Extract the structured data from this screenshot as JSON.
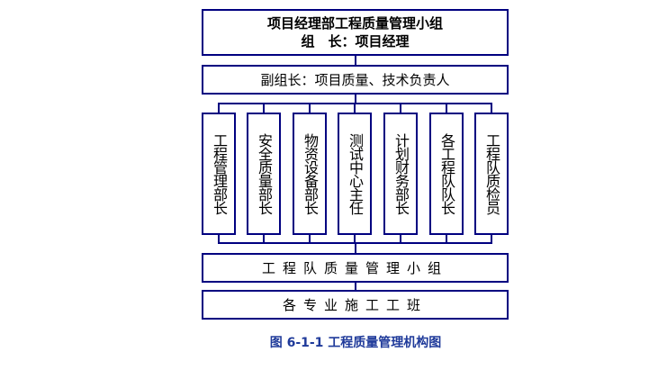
{
  "top_box": {
    "line1": "项目经理部工程质量管理小组",
    "line2": "组　长：项目经理"
  },
  "deputy_box": "副组长：项目质量、技术负责人",
  "departments": [
    "工程管理部长",
    "安全质量部长",
    "物资设备部长",
    "测试中心主任",
    "计划财务部长",
    "各工程队队长",
    "工程队质检员"
  ],
  "team_box": "工程队质量管理小组",
  "class_box": "各专业施工工班",
  "caption": "图 6-1-1  工程质量管理机构图",
  "colors": {
    "line": "#000080",
    "caption": "#1f3a9a"
  }
}
